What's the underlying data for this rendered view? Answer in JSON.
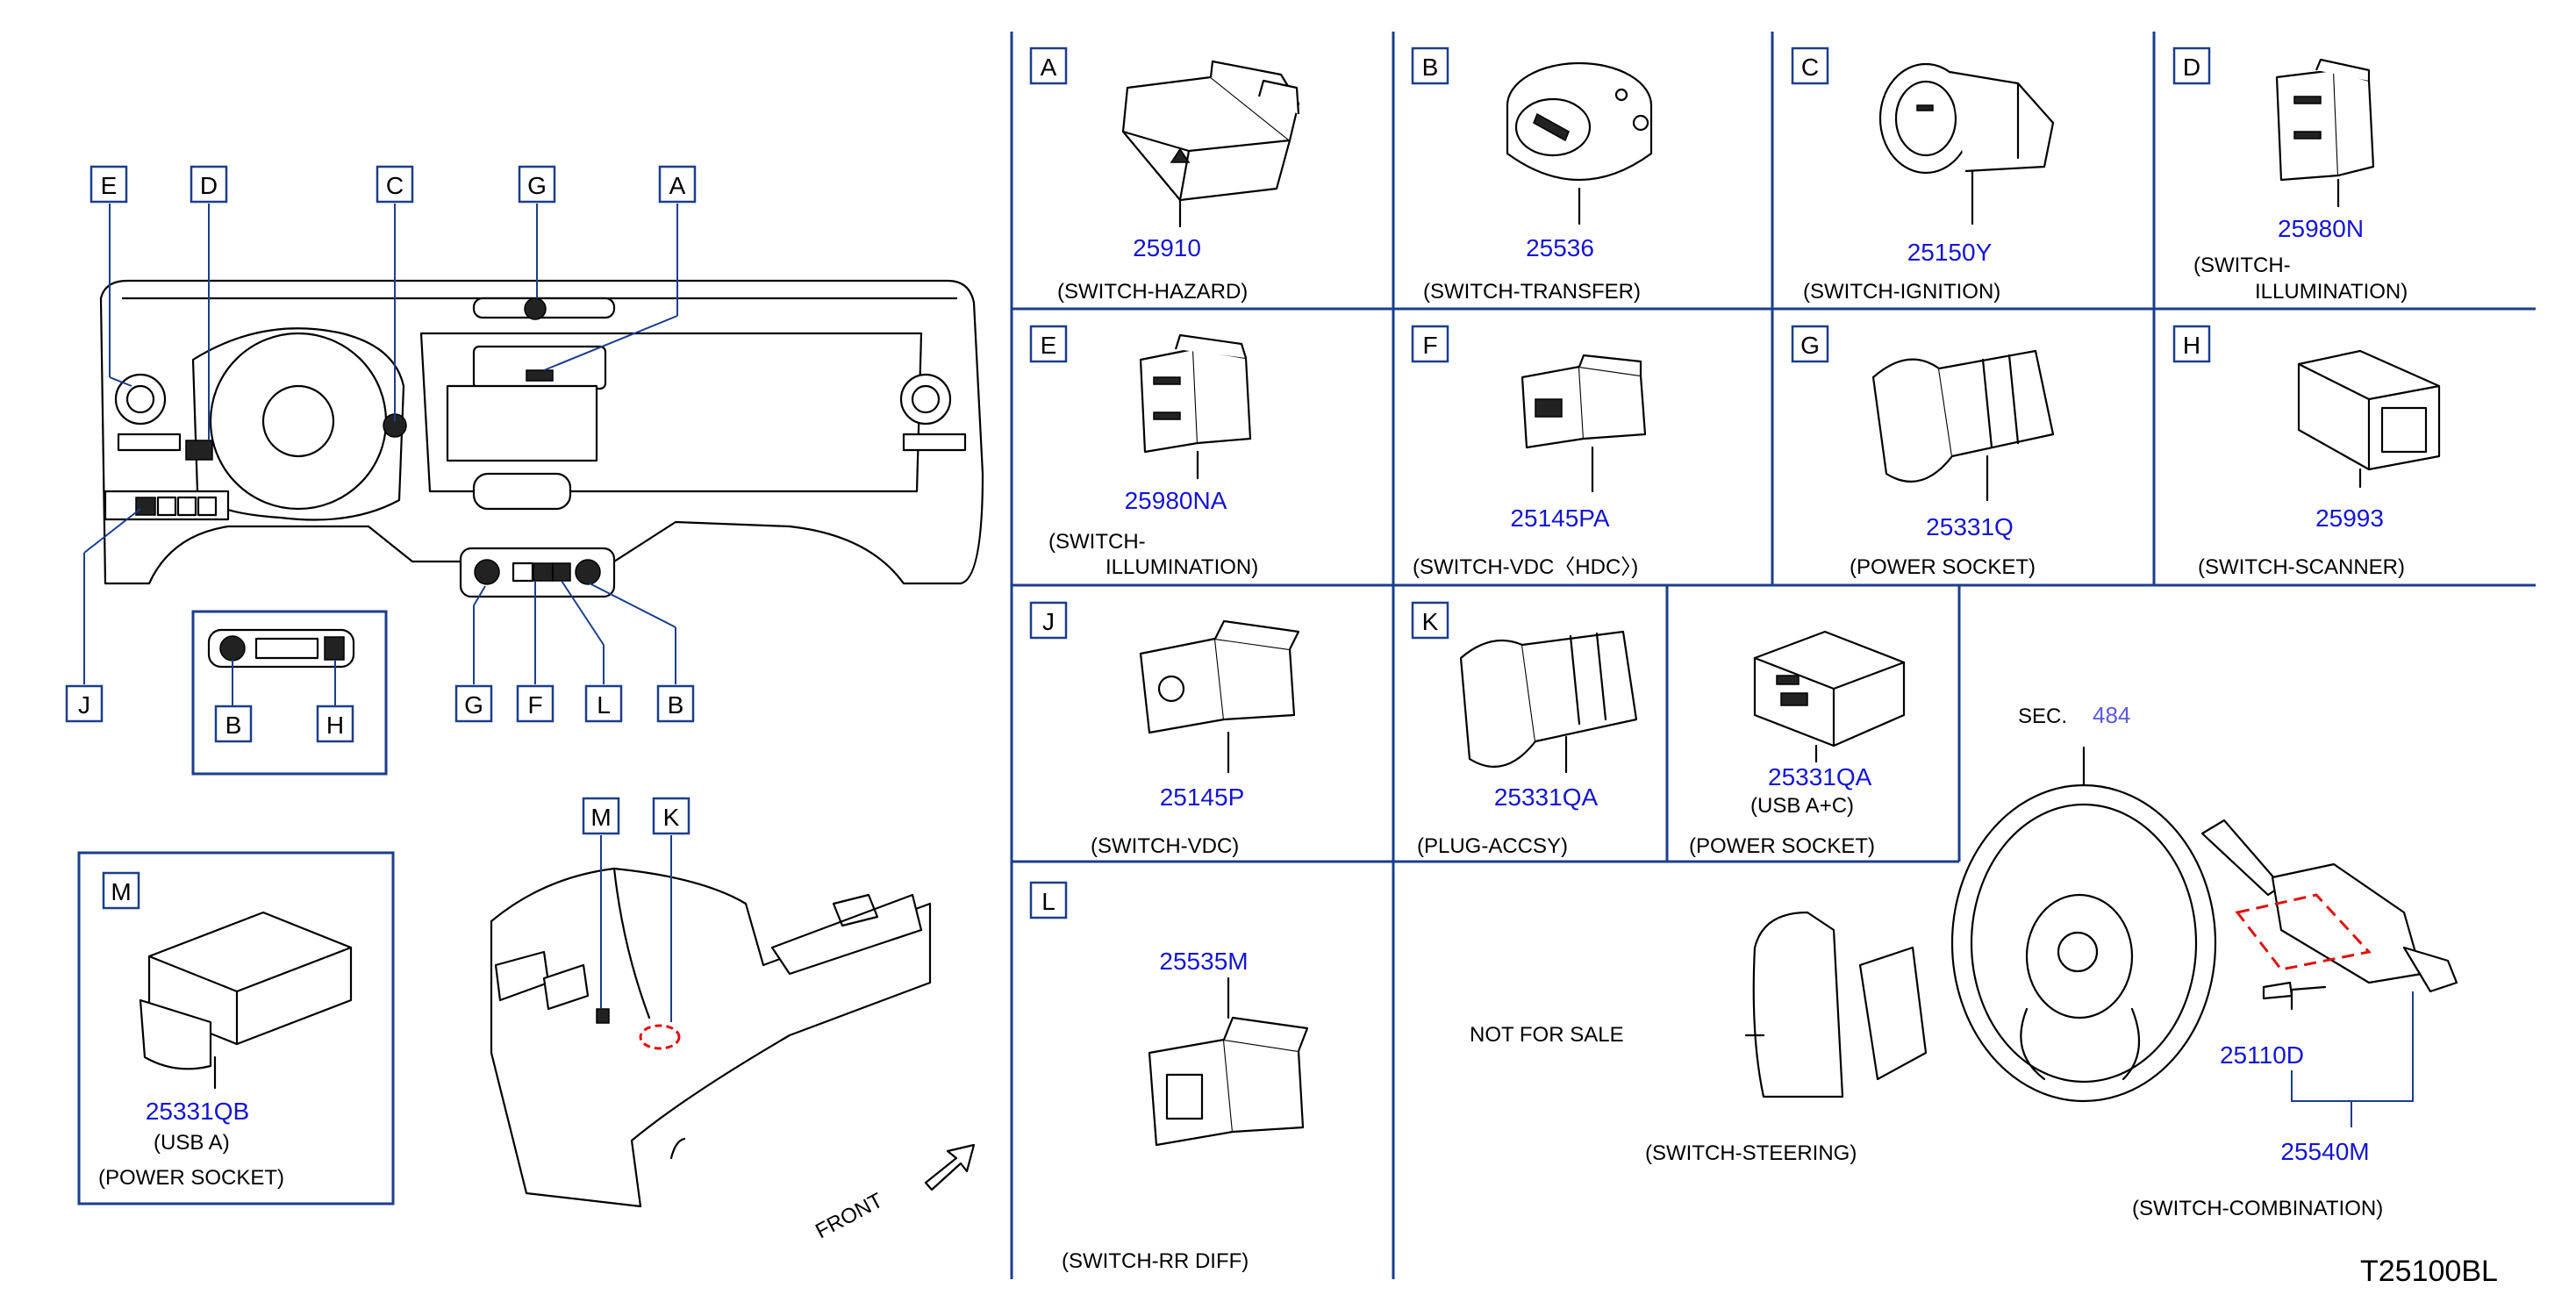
{
  "sections": [
    {
      "letter": "A",
      "part": "25910",
      "caption": [
        "(SWITCH-HAZARD)"
      ]
    },
    {
      "letter": "B",
      "part": "25536",
      "caption": [
        "(SWITCH-TRANSFER)"
      ]
    },
    {
      "letter": "C",
      "part": "25150Y",
      "caption": [
        "(SWITCH-IGNITION)"
      ]
    },
    {
      "letter": "D",
      "part": "25980N",
      "caption": [
        "(SWITCH-",
        "ILLUMINATION)"
      ]
    },
    {
      "letter": "E",
      "part": "25980NA",
      "caption": [
        "(SWITCH-",
        "ILLUMINATION)"
      ]
    },
    {
      "letter": "F",
      "part": "25145PA",
      "caption": [
        "(SWITCH-VDC〈HDC〉)"
      ]
    },
    {
      "letter": "G",
      "part": "25331Q",
      "caption": [
        "(POWER   SOCKET)"
      ]
    },
    {
      "letter": "H",
      "part": "25993",
      "caption": [
        "(SWITCH-SCANNER)"
      ]
    },
    {
      "letter": "J",
      "part": "25145P",
      "caption": [
        "(SWITCH-VDC)"
      ]
    },
    {
      "letter": "K",
      "part": "25331QA",
      "caption": [
        "(PLUG-ACCSY)"
      ]
    },
    {
      "letter": "",
      "part": "25331QA",
      "sub": "(USB   A+C)",
      "caption": [
        "(POWER   SOCKET)"
      ]
    },
    {
      "letter": "L",
      "part": "25535M",
      "caption": [
        "(SWITCH-RR   DIFF)"
      ]
    }
  ],
  "overview_labels": [
    "E",
    "D",
    "C",
    "G",
    "A",
    "J",
    "G",
    "F",
    "L",
    "B",
    "B",
    "H",
    "M",
    "K"
  ],
  "box_m": {
    "letter": "M",
    "part": "25331QB",
    "sub": "(USB   A)",
    "caption": "(POWER   SOCKET)"
  },
  "front_label": "FRONT",
  "steering": {
    "sec_label": "SEC.",
    "sec_ref": "484",
    "not_for_sale": "NOT   FOR   SALE",
    "switch_steering": "(SWITCH-STEERING)",
    "screw_part": "25110D",
    "combination_part": "25540M",
    "combination_caption": "(SWITCH-COMBINATION)"
  },
  "drawing_id": "T25100BL",
  "colors": {
    "frame": "#1a3e8c",
    "part_number": "#1414d2",
    "marker": "#e01010"
  }
}
